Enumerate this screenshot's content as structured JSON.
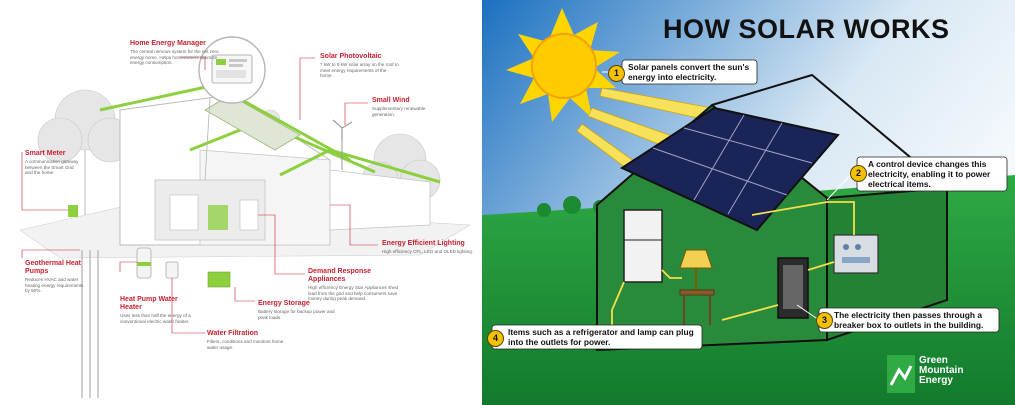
{
  "left": {
    "labels": [
      {
        "id": "home-energy-manager",
        "title": "Home Energy Manager",
        "desc": "The central nervous system for the net zero energy home. Helps homeowners optimize energy consumption."
      },
      {
        "id": "solar-photovoltaic",
        "title": "Solar Photovoltaic",
        "desc": "7 kW to 9 kW solar array on the roof to meet energy requirements of the home."
      },
      {
        "id": "small-wind",
        "title": "Small Wind",
        "desc": "Supplementary renewable generation."
      },
      {
        "id": "smart-meter",
        "title": "Smart Meter",
        "desc": "A communication gateway between the Smart Grid and the home."
      },
      {
        "id": "geothermal-heat-pumps",
        "title": "Geothermal Heat Pumps",
        "desc": "Reduces HVAC and water heating energy requirements by 50%."
      },
      {
        "id": "energy-efficient-lighting",
        "title": "Energy Efficient Lighting",
        "desc": "High efficiency CFL, LED and OLED lighting."
      },
      {
        "id": "demand-response-appliances",
        "title": "Demand Response Appliances",
        "desc": "High efficiency Energy Star Appliances shed load from the grid and help consumers save money during peak demand."
      },
      {
        "id": "heat-pump-water-heater",
        "title": "Heat Pump Water Heater",
        "desc": "Uses less than half the energy of a conventional electric water heater."
      },
      {
        "id": "energy-storage",
        "title": "Energy Storage",
        "desc": "Battery storage for backup power and peak loads."
      },
      {
        "id": "water-filtration",
        "title": "Water Filtration",
        "desc": "Filters, conditions and monitors home water usage."
      }
    ]
  },
  "right": {
    "title": "HOW SOLAR WORKS",
    "steps": [
      {
        "num": "1",
        "text": "Solar panels convert the sun's energy into electricity."
      },
      {
        "num": "2",
        "text": "A control device changes this electricity, enabling it to power electrical items."
      },
      {
        "num": "3",
        "text": "The electricity then passes through a breaker box to outlets in the building."
      },
      {
        "num": "4",
        "text": "Items such as a refrigerator and lamp can plug into the outlets for power."
      }
    ],
    "brand": {
      "line1": "Green",
      "line2": "Mountain",
      "line3": "Energy"
    }
  },
  "colors": {
    "accent_red": "#c8202f",
    "sky_blue": "#1b70c0",
    "grass_green": "#1f9a3a",
    "badge_yellow": "#f2c200",
    "wire_yellow": "#f4e04a",
    "house_green": "#8ccf3f"
  }
}
